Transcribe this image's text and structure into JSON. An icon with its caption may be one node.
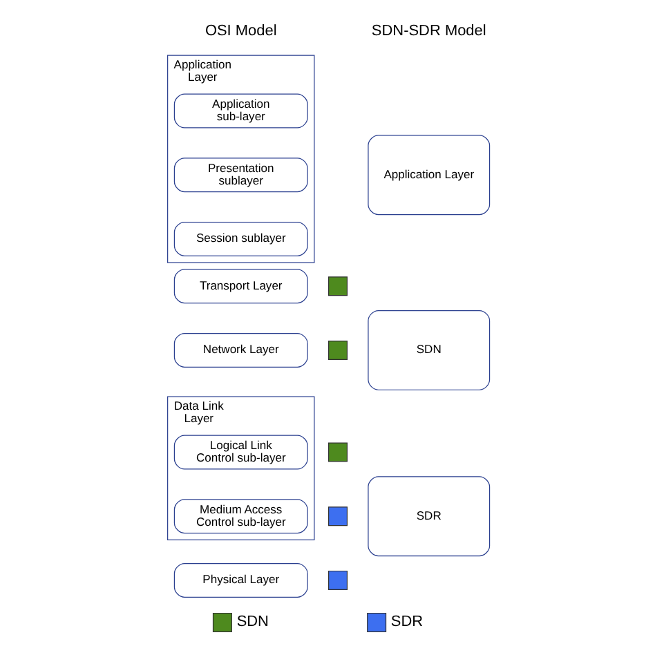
{
  "diagram": {
    "nodes": [
      {
        "text": [
          "Application Layer"
        ]
      },
      {
        "text": [
          "Application sub-layer"
        ],
        "in": 0
      },
      {
        "text": [
          "Presentation sublayer"
        ],
        "in": 0
      },
      {
        "text": [
          "Session sublayer"
        ],
        "in": 0
      },
      {
        "text": [
          "Transport Layer"
        ]
      },
      {
        "text": [
          "Network Layer"
        ]
      },
      {
        "text": [
          "Data Link Layer"
        ]
      },
      {
        "text": [
          "Logical Link Control sub-layer"
        ],
        "in": 6
      },
      {
        "text": [
          "Medium Access Control sub-layer"
        ],
        "in": 6
      },
      {
        "text": [
          "Physical Layer"
        ]
      },
      {
        "text": [],
        "shape": "box"
      },
      {
        "text": [],
        "shape": "box"
      },
      {
        "text": [],
        "shape": "box"
      },
      {
        "text": [],
        "shape": "box"
      },
      {
        "text": [],
        "shape": "box"
      },
      {
        "text": [
          "Application Layer"
        ]
      },
      {
        "text": [
          "SDN"
        ]
      },
      {
        "text": [
          "SDR"
        ]
      }
    ],
    "labels": [
      "OSI Model",
      "SDN-SDR Model"
    ],
    "legend": [
      {
        "text": "SDN",
        "color": "#4e8a1e"
      },
      {
        "text": "SDR",
        "color": "#3d6ff0"
      }
    ]
  }
}
